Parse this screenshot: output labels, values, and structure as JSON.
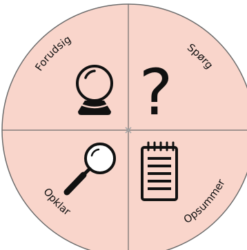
{
  "wheel": {
    "fill_color": "#F9D5CB",
    "line_color": "#6B6B6B",
    "center_mark_color": "#A8A8A8",
    "icon_color": "#111111"
  },
  "quadrants": [
    {
      "key": "top_left",
      "label": "Forudsig",
      "icon": "crystal-ball-icon"
    },
    {
      "key": "top_right",
      "label": "Spørg",
      "icon": "question-mark-icon"
    },
    {
      "key": "bottom_left",
      "label": "Opklar",
      "icon": "magnifying-glass-icon"
    },
    {
      "key": "bottom_right",
      "label": "Opsummer",
      "icon": "notepad-icon"
    }
  ],
  "question_mark": "?"
}
